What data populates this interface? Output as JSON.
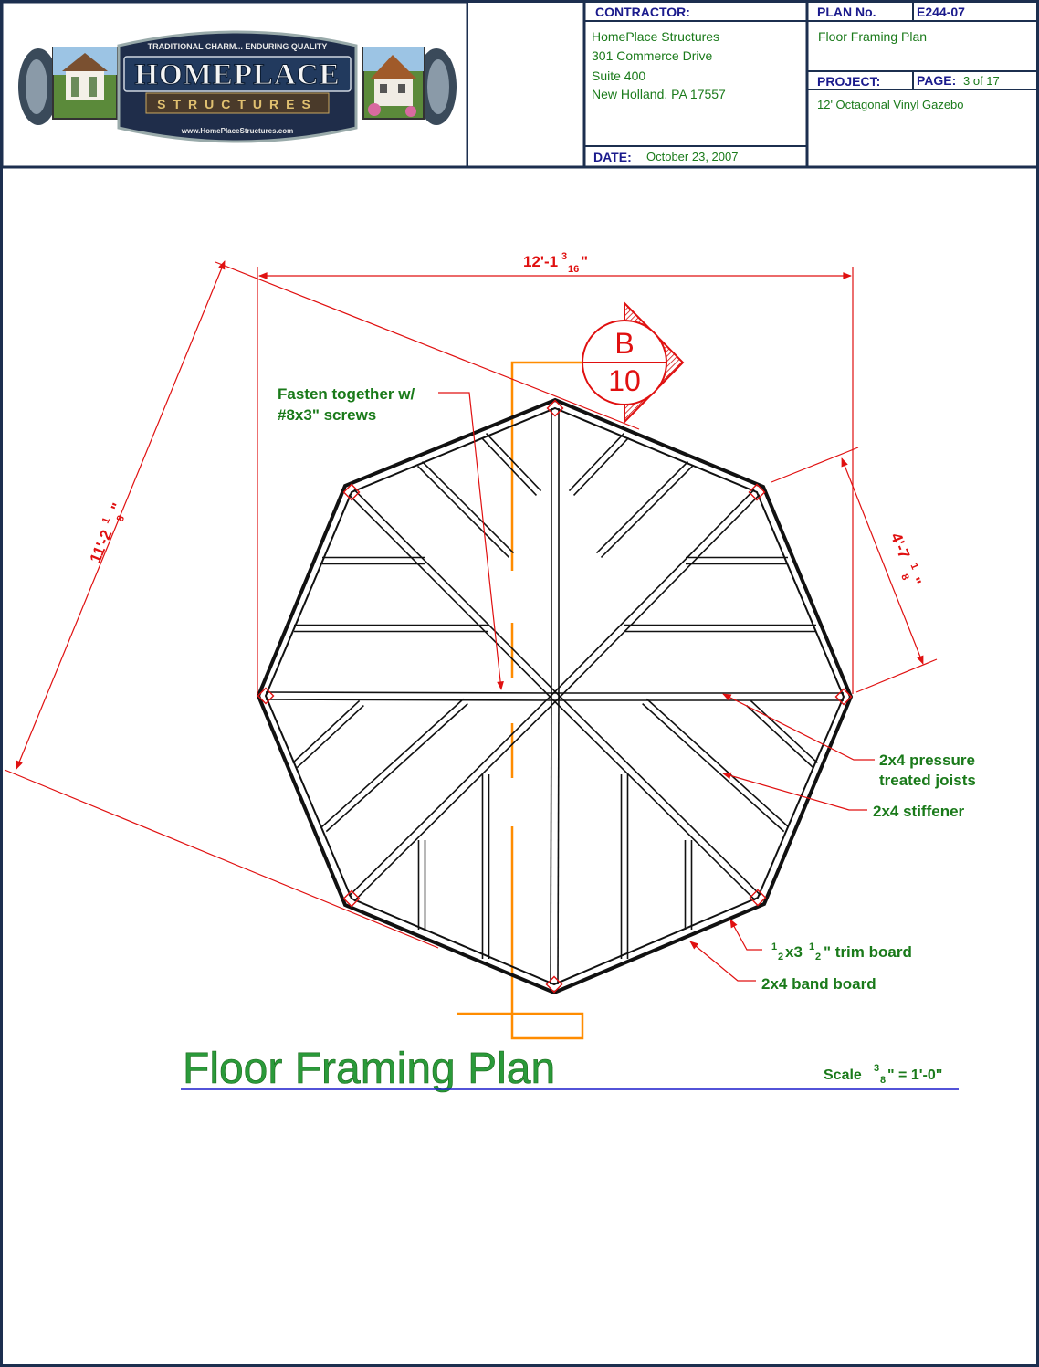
{
  "logo": {
    "tagline": "TRADITIONAL CHARM... ENDURING QUALITY",
    "name": "HOMEPLACE",
    "sub": "STRUCTURES",
    "url": "www.HomePlaceStructures.com"
  },
  "titleblock": {
    "contractor_label": "CONTRACTOR:",
    "contractor_lines": [
      "HomePlace Structures",
      "301 Commerce Drive",
      "Suite 400",
      "New Holland, PA 17557"
    ],
    "date_label": "DATE:",
    "date_value": "October 23, 2007",
    "plan_label": "PLAN  No.",
    "plan_no": "E244-07",
    "sheet_title": "Floor Framing Plan",
    "project_label": "PROJECT:",
    "page_label": "PAGE:",
    "page_value": "3 of 17",
    "project_value": "12' Octagonal Vinyl Gazebo"
  },
  "drawing": {
    "dim_width": "12'-1",
    "dim_width_frac_num": "3",
    "dim_width_frac_den": "16",
    "dim_width_suffix": "\"",
    "dim_diag": "11'-2",
    "dim_diag_frac_num": "1",
    "dim_diag_frac_den": "8",
    "dim_diag_suffix": "\"",
    "dim_side": "4'-7",
    "dim_side_frac_num": "1",
    "dim_side_frac_den": "8",
    "dim_side_suffix": "\"",
    "section_letter": "B",
    "section_sheet": "10",
    "note_fasten_1": "Fasten together w/",
    "note_fasten_2": "#8x3\" screws",
    "note_joists_1": "2x4 pressure",
    "note_joists_2": "treated joists",
    "note_stiffener": "2x4 stiffener",
    "note_trim": "x3",
    "note_trim_a": "1",
    "note_trim_b": "2",
    "note_trim_c": "1",
    "note_trim_d": "2",
    "note_trim_end": "\" trim board",
    "note_band": "2x4 band board",
    "title": "Floor Framing Plan",
    "scale_label": "Scale",
    "scale_num": "3",
    "scale_den": "8",
    "scale_end": "\" = 1'-0\""
  },
  "colors": {
    "border": "#1c2f4f",
    "dimension": "#e01010",
    "note": "#1a7a1a",
    "section": "#ff8c00",
    "label": "#1a1a8c"
  }
}
